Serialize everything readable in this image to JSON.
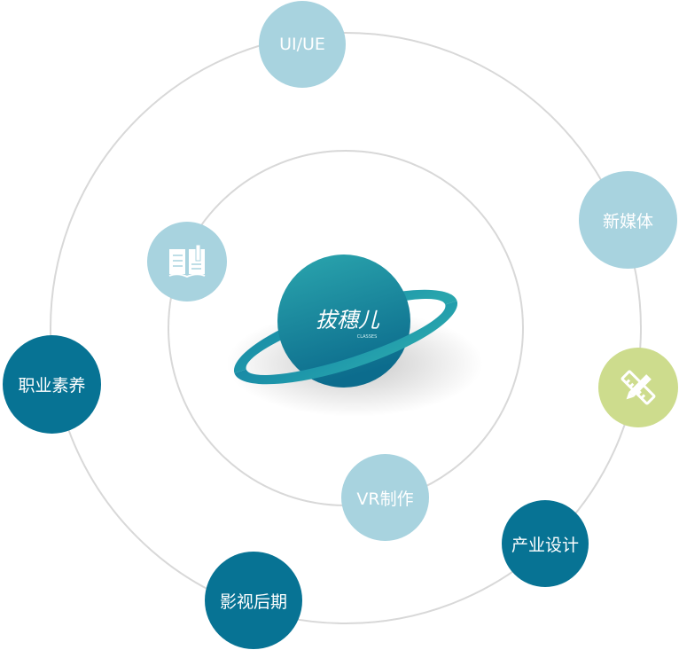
{
  "center": {
    "logo_text": "拔穗儿",
    "logo_subtext": "CLASSES"
  },
  "nodes": [
    {
      "id": "uiue",
      "label": "UI/UE",
      "style": "light"
    },
    {
      "id": "new-media",
      "label": "新媒体",
      "style": "light"
    },
    {
      "id": "design-tools",
      "label": "",
      "style": "green",
      "icon": "pencil-ruler-icon"
    },
    {
      "id": "industrial-design",
      "label": "产业设计",
      "style": "dark"
    },
    {
      "id": "film-post",
      "label": "影视后期",
      "style": "dark"
    },
    {
      "id": "vr",
      "label": "VR制作",
      "style": "light"
    },
    {
      "id": "professional-quality",
      "label": "职业素养",
      "style": "dark"
    },
    {
      "id": "courses",
      "label": "",
      "style": "light",
      "icon": "open-book-icon"
    }
  ],
  "colors": {
    "orbit": "#d8d8d8",
    "light": "#a8d3df",
    "dark": "#077394",
    "green": "#cddc8d",
    "planet_top": "#2aa3ad",
    "planet_bottom": "#0e6f8f"
  }
}
